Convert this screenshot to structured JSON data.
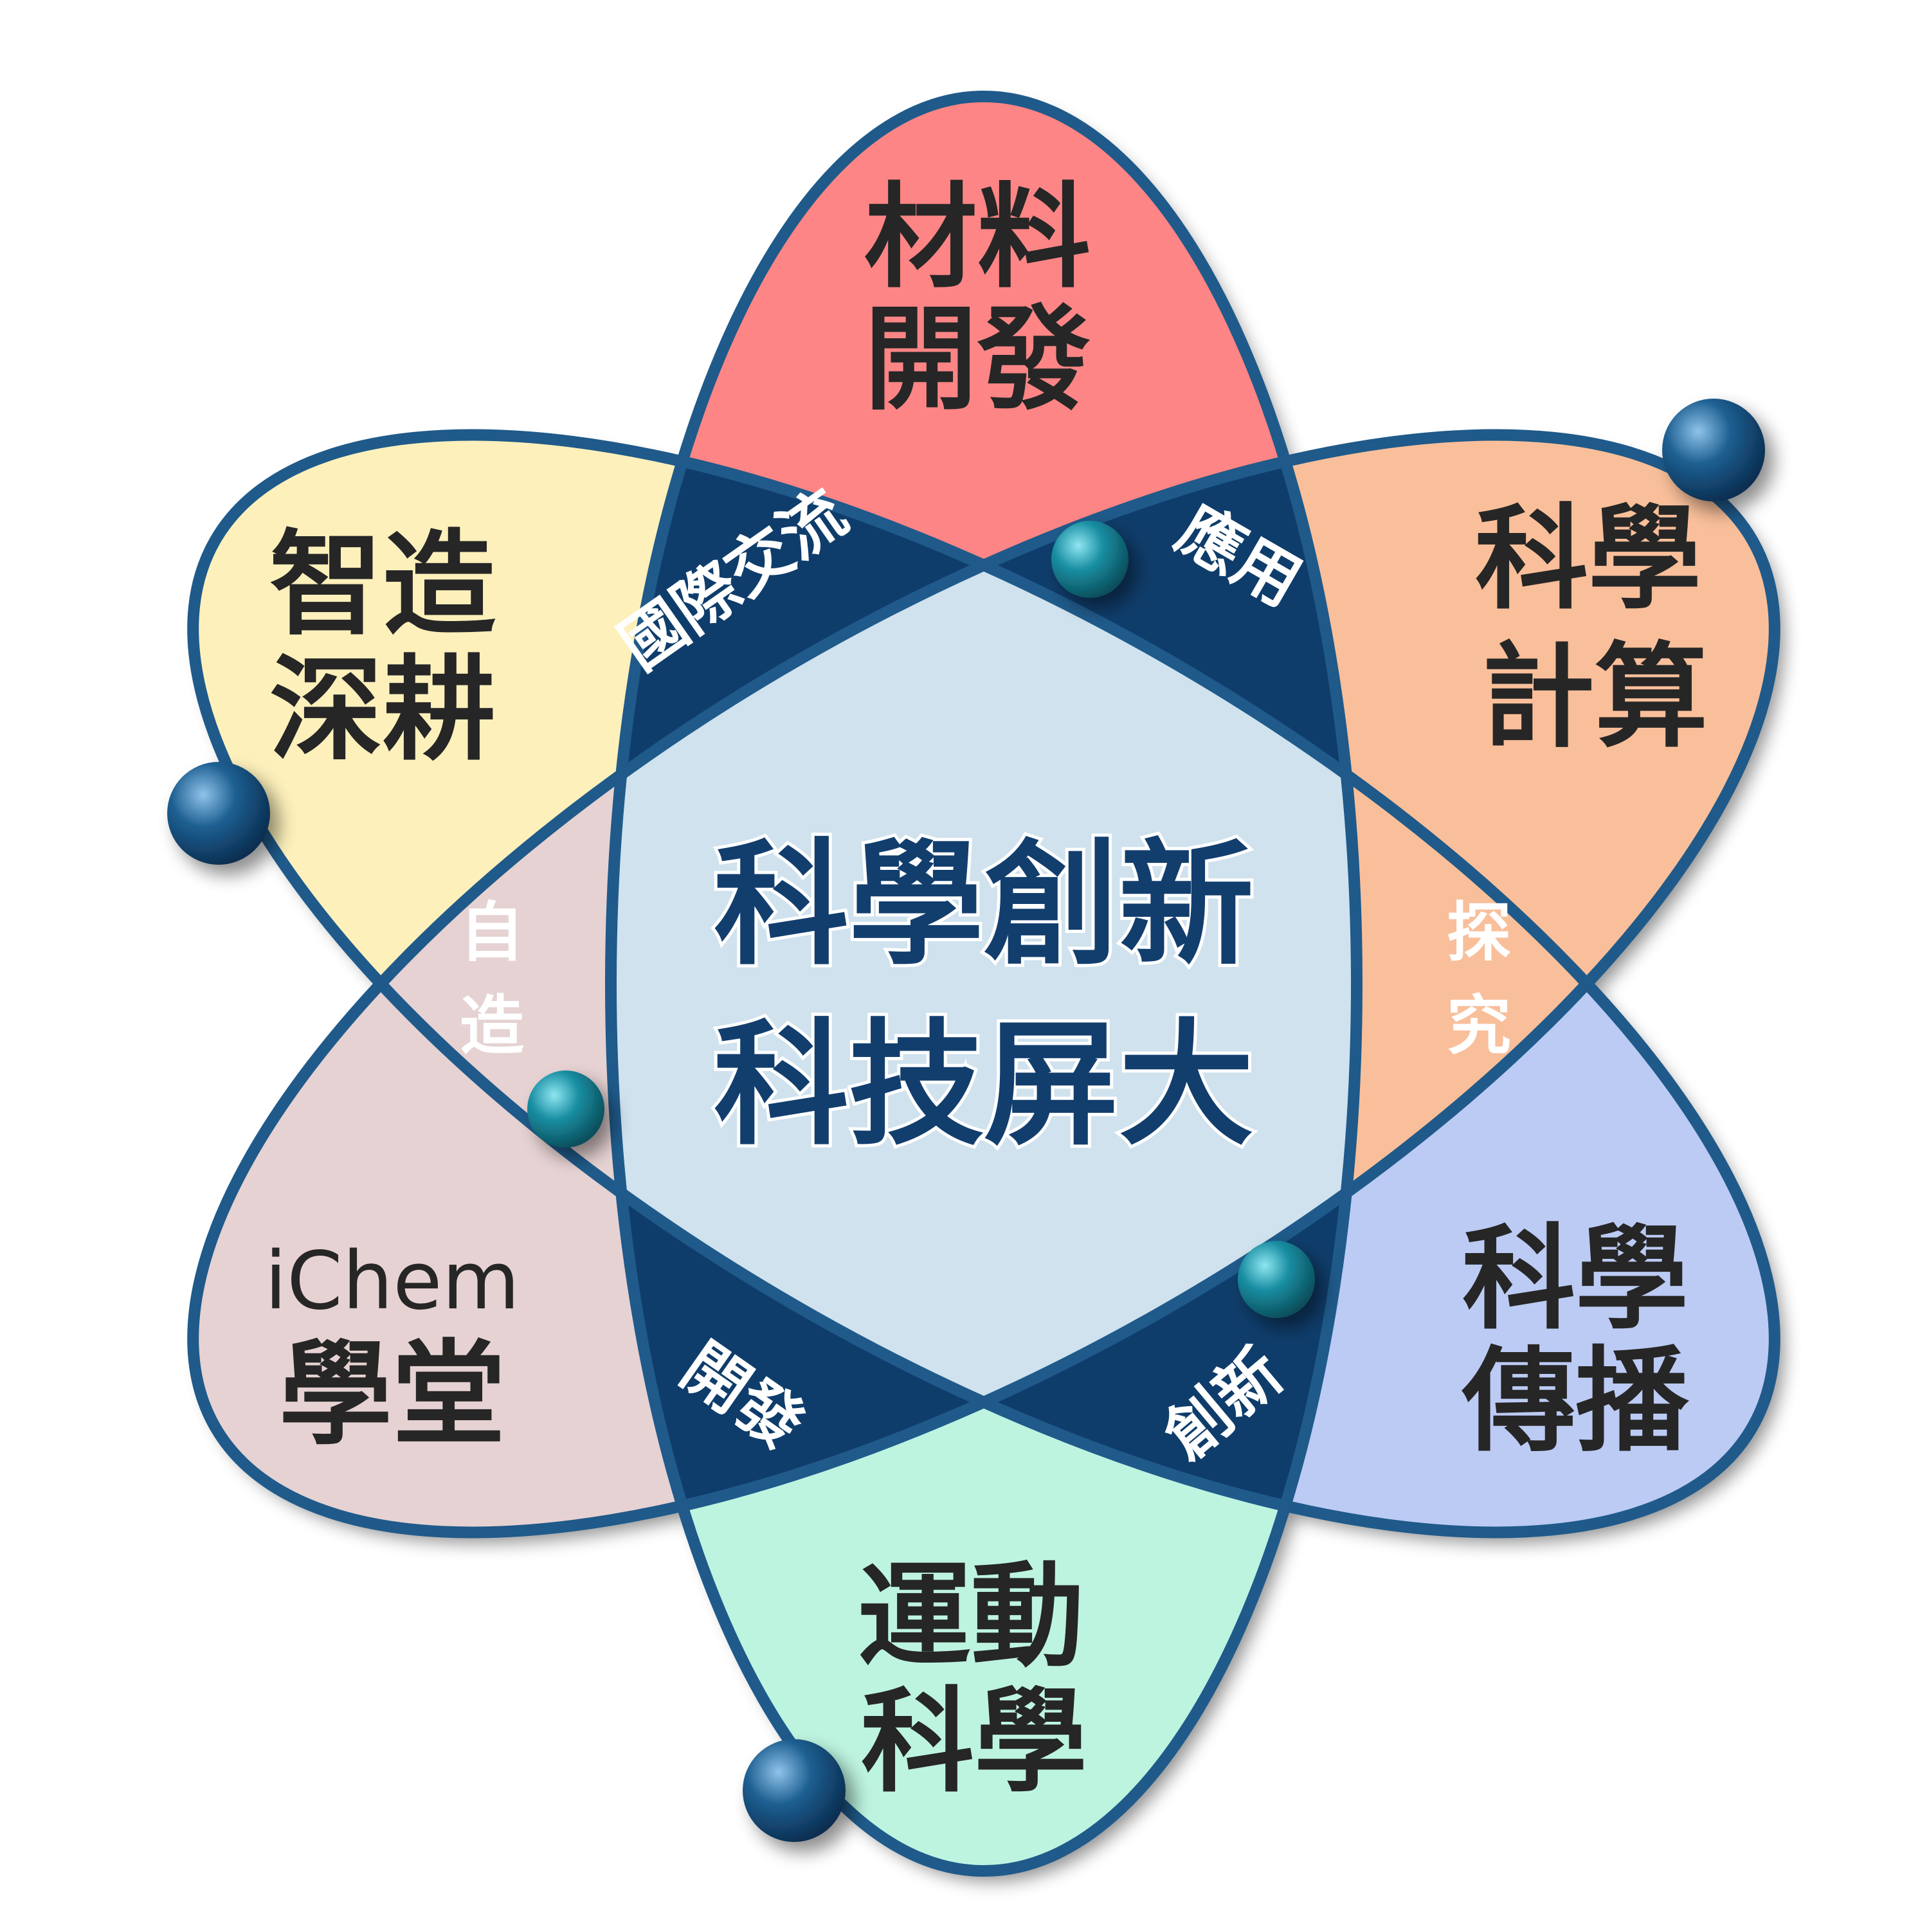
{
  "colors": {
    "orbit_stroke": "#1f5a8a",
    "overlap_dark": "#0f3d6b",
    "center_fill": "#cfe2ee",
    "top": "#fd8585",
    "top_right": "#f9bf9a",
    "bottom_right": "#bccbf4",
    "bottom": "#bdf4e0",
    "bottom_left": "#e6d2d2",
    "top_left": "#fdf0bb",
    "ball_large": "#1d5f91",
    "ball_small": "#1a8fa3"
  },
  "center": {
    "line1": "科學創新",
    "line2": "科技屏大"
  },
  "petals": {
    "top": {
      "line1": "材料",
      "line2": "開發"
    },
    "top_right": {
      "line1": "科學",
      "line2": "計算"
    },
    "bottom_right": {
      "line1": "科學",
      "line2": "傳播"
    },
    "bottom": {
      "line1": "運動",
      "line2": "科學"
    },
    "bottom_left": {
      "line1": "iChem",
      "line2": "學堂"
    },
    "top_left": {
      "line1": "智造",
      "line2": "深耕"
    }
  },
  "bands": {
    "top_left": "國際交流",
    "top_right": "應用",
    "right": {
      "char1": "探",
      "char2": "究"
    },
    "bottom_right": "創新",
    "bottom_left": "開發",
    "left": {
      "char1": "自",
      "char2": "造"
    }
  }
}
